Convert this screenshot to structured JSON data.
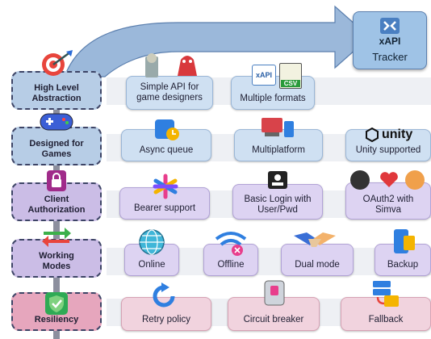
{
  "tracker": {
    "label": "Tracker",
    "logo_text": "xAPI"
  },
  "rows": [
    {
      "category": "High Level Abstraction",
      "color": "#cfe0f2",
      "features": [
        "Simple API for game designers",
        "Multiple formats"
      ]
    },
    {
      "category": "Designed for Games",
      "color": "#cfe0f2",
      "features": [
        "Async queue",
        "Multiplatform",
        "Unity supported"
      ]
    },
    {
      "category": "Client Authorization",
      "color": "#ddd3f2",
      "features": [
        "Bearer support",
        "Basic Login with User/Pwd",
        "OAuth2 with Simva"
      ]
    },
    {
      "category": "Working Modes",
      "color": "#ddd3f2",
      "features": [
        "Online",
        "Offline",
        "Dual mode",
        "Backup"
      ]
    },
    {
      "category": "Resiliency",
      "color": "#f1d3de",
      "features": [
        "Retry policy",
        "Circuit breaker",
        "Fallback"
      ]
    }
  ],
  "icon_labels": {
    "xapi": "xAPI",
    "csv": "CSV",
    "unity": "unity"
  }
}
